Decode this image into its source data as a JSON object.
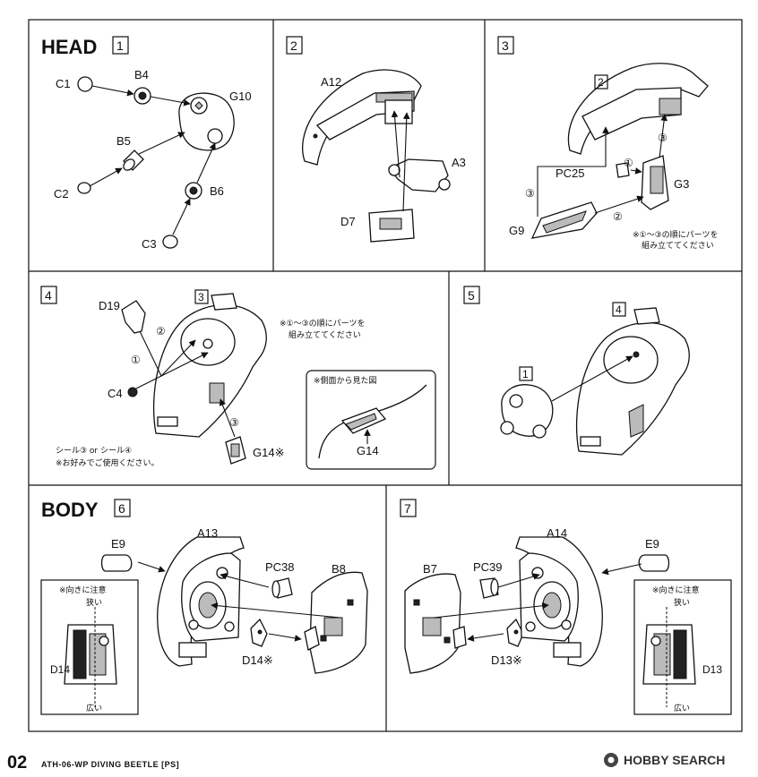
{
  "page": {
    "page_number": "02",
    "product": "ATH-06-WP DIVING BEETLE [PS]",
    "watermark": "HOBBY SEARCH"
  },
  "sections": {
    "head_title": "HEAD",
    "body_title": "BODY"
  },
  "steps": {
    "s1": {
      "number": "1",
      "labels": {
        "c1": "C1",
        "b4": "B4",
        "g10": "G10",
        "b5": "B5",
        "c2": "C2",
        "b6": "B6",
        "c3": "C3"
      }
    },
    "s2": {
      "number": "2",
      "labels": {
        "a12": "A12",
        "a3": "A3",
        "d7": "D7"
      }
    },
    "s3": {
      "number": "3",
      "ref": "2",
      "labels": {
        "pc25": "PC25",
        "g3": "G3",
        "g9": "G9"
      },
      "order": [
        "①",
        "②",
        "③",
        "③"
      ],
      "note_line1": "※①～③の順にパーツを",
      "note_line2": "組み立ててください"
    },
    "s4": {
      "number": "4",
      "ref": "3",
      "labels": {
        "d19": "D19",
        "c4": "C4",
        "g14": "G14※",
        "g14_inset": "G14"
      },
      "order": [
        "②",
        "①",
        "③"
      ],
      "note_line1": "※①～③の順にパーツを",
      "note_line2": "組み立ててください",
      "inset_title": "※側面から見た図",
      "seal_line1": "シール③ or シール④",
      "seal_line2": "※お好みでご使用ください。"
    },
    "s5": {
      "number": "5",
      "ref_body": "4",
      "ref_head": "1"
    },
    "s6": {
      "number": "6",
      "labels": {
        "e9": "E9",
        "a13": "A13",
        "pc38": "PC38",
        "b8": "B8",
        "d14": "D14※",
        "d14_inset": "D14"
      },
      "inset_title": "※向きに注意",
      "narrow": "狭い",
      "wide": "広い"
    },
    "s7": {
      "number": "7",
      "labels": {
        "e9": "E9",
        "a14": "A14",
        "pc39": "PC39",
        "b7": "B7",
        "d13": "D13※",
        "d13_inset": "D13"
      },
      "inset_title": "※向きに注意",
      "narrow": "狭い",
      "wide": "広い"
    }
  }
}
